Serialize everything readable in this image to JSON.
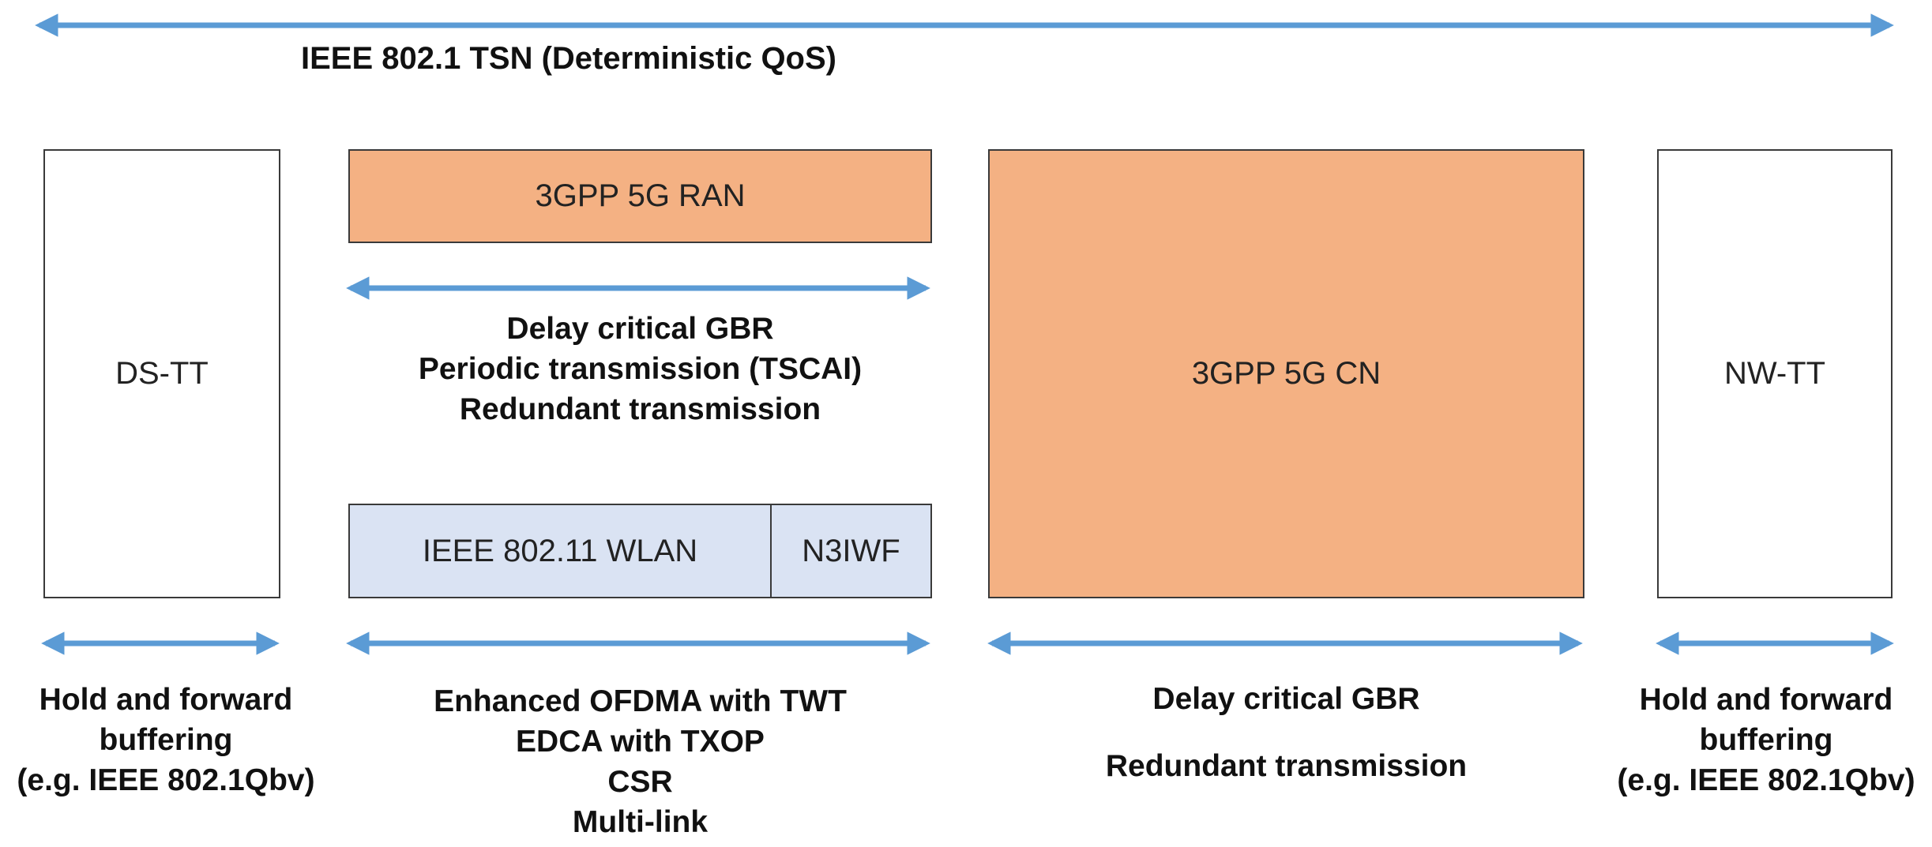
{
  "title": "IEEE 802.1 TSN (Deterministic QoS)",
  "boxes": {
    "ds_tt": "DS-TT",
    "ran": "3GPP 5G RAN",
    "wlan": "IEEE 802.11 WLAN",
    "n3iwf": "N3IWF",
    "cn": "3GPP 5G CN",
    "nw_tt": "NW-TT"
  },
  "ran_features": [
    "Delay critical  GBR",
    "Periodic  transmission  (TSCAI)",
    "Redundant transmission"
  ],
  "ds_tt_features": [
    "Hold and forward",
    "buffering",
    "(e.g. IEEE  802.1Qbv)"
  ],
  "wlan_features": [
    "Enhanced OFDMA  with TWT",
    "EDCA with TXOP",
    "CSR",
    "Multi-link"
  ],
  "cn_features": [
    "Delay critical  GBR",
    "Redundant transmission"
  ],
  "nw_tt_features": [
    "Hold and forward",
    "buffering",
    "(e.g. IEEE  802.1Qbv)"
  ],
  "colors": {
    "arrow": "#5b9bd5",
    "core_fill": "#f4b183",
    "wlan_fill": "#dae3f3",
    "border": "#3a3a3a"
  }
}
